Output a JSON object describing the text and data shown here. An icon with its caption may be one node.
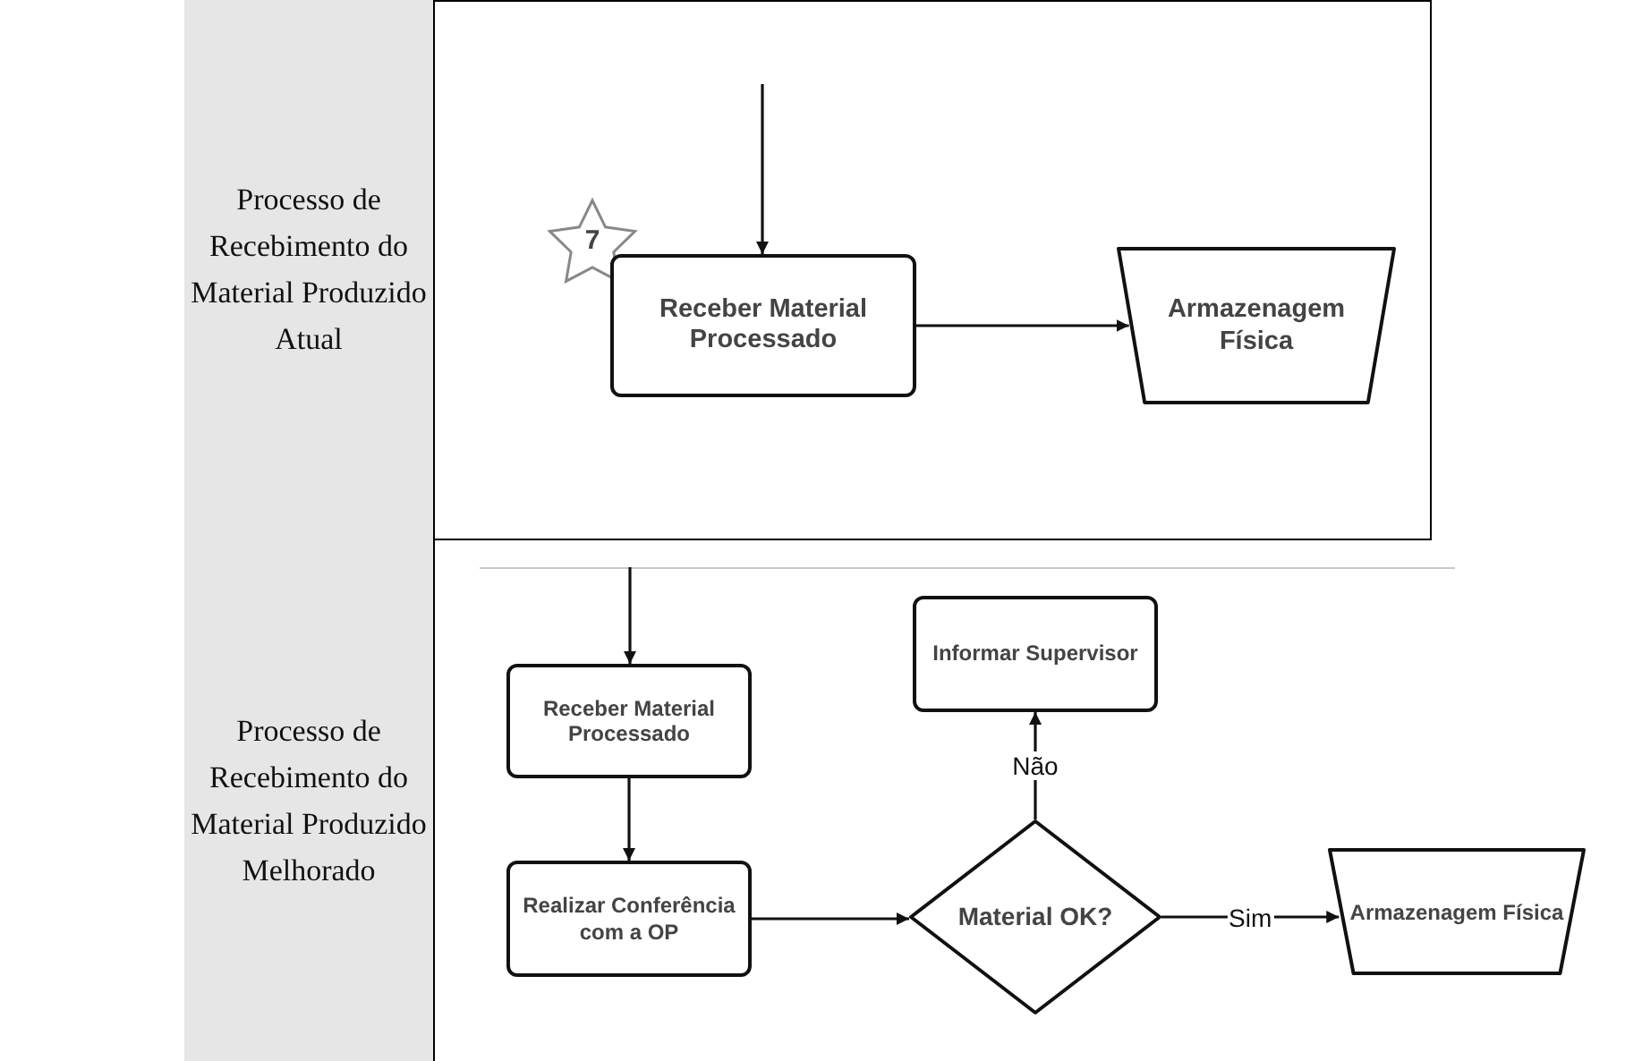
{
  "diagram": {
    "nodes": [
      {
        "text": [
          "Processo de Recebimento do Material Produzido Atual"
        ]
      },
      {
        "text": [
          "7"
        ]
      },
      {
        "text": [
          "Receber Material Processado"
        ]
      },
      {
        "text": [
          "Armazenagem Física"
        ]
      },
      {
        "text": [
          "Processo de Recebimento do Material Produzido Melhorado"
        ]
      },
      {
        "text": [
          "Receber Material Processado"
        ]
      },
      {
        "text": [
          "Realizar Conferência com a OP"
        ]
      },
      {
        "text": [
          "Material OK?"
        ]
      },
      {
        "text": [
          "Informar Supervisor"
        ]
      },
      {
        "text": [
          "Armazenagem Física"
        ]
      }
    ],
    "edges": [
      {
        "from": null,
        "to": 2,
        "arrow": "to"
      },
      {
        "from": 2,
        "to": 3,
        "arrow": "to"
      },
      {
        "from": null,
        "to": 5,
        "arrow": "to"
      },
      {
        "from": 5,
        "to": 6,
        "arrow": "to"
      },
      {
        "from": 6,
        "to": 7,
        "arrow": "to"
      },
      {
        "from": 7,
        "to": 8,
        "arrow": "to",
        "label": "Não"
      },
      {
        "from": 7,
        "to": 9,
        "arrow": "to",
        "label": "Sim"
      }
    ]
  }
}
